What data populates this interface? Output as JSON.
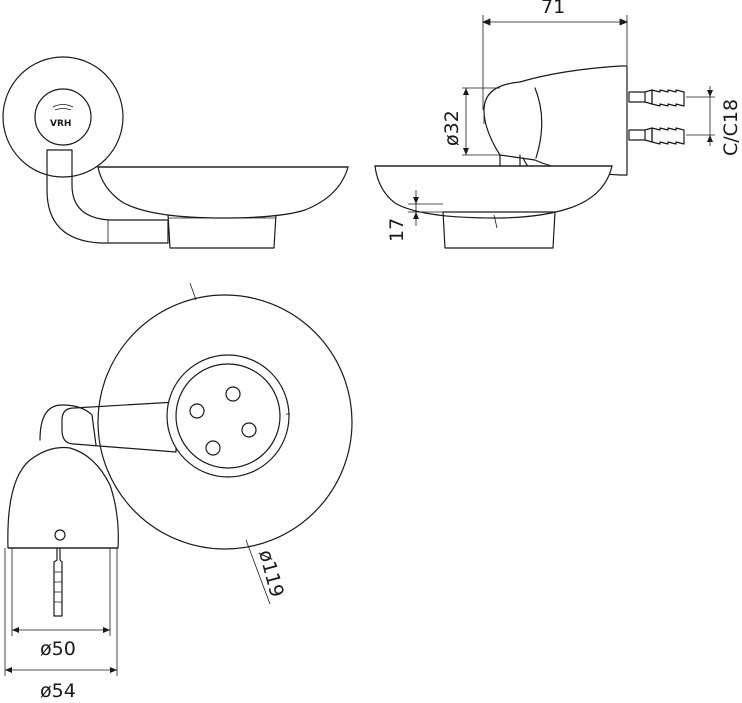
{
  "brand": {
    "logo": "VRH"
  },
  "dimensions": {
    "depth": "71",
    "base_diameter": "ø32",
    "hose_connection": "C/C18",
    "cup_height": "17",
    "dish_diameter": "ø119",
    "backplate_inner": "ø50",
    "backplate_outer": "ø54"
  }
}
